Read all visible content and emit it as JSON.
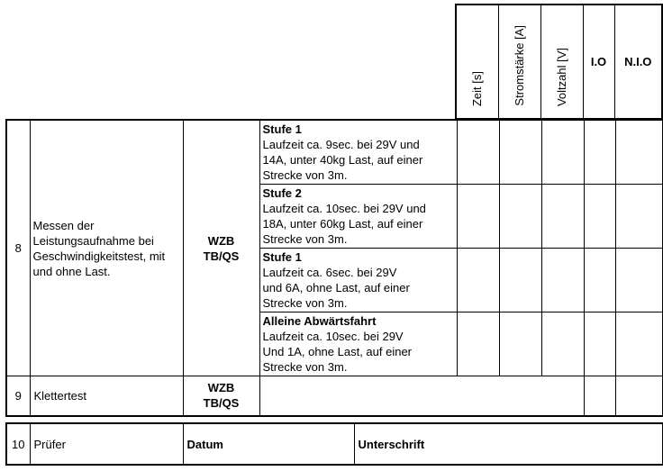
{
  "colors": {
    "text": "#000000",
    "border": "#000000",
    "background": "#ffffff"
  },
  "header": {
    "zeit": "Zeit [s]",
    "stromstaerke": "Stromstärke [A]",
    "voltzahl": "Voltzahl [V]",
    "io": "I.O",
    "nio": "N.I.O"
  },
  "row8": {
    "number": "8",
    "description": "Messen der\nLeistungsaufnahme bei\nGeschwindigkeitstest, mit\nund ohne Last.",
    "department": "WZB\nTB/QS",
    "steps": [
      {
        "title": "Stufe 1",
        "text": "Laufzeit ca. 9sec. bei 29V und\n14A, unter 40kg Last, auf einer\nStrecke von 3m."
      },
      {
        "title": "Stufe 2",
        "text": "Laufzeit ca. 10sec. bei 29V und\n18A, unter 60kg Last, auf einer\nStrecke von 3m."
      },
      {
        "title": "Stufe 1",
        "text": "Laufzeit ca. 6sec. bei 29V\nund 6A, ohne Last, auf einer\nStrecke von 3m."
      },
      {
        "title": "Alleine Abwärtsfahrt",
        "text": "Laufzeit ca. 10sec. bei 29V\nUnd 1A, ohne Last, auf einer\nStrecke von 3m."
      }
    ]
  },
  "row9": {
    "number": "9",
    "description": "Klettertest",
    "department": "WZB\nTB/QS"
  },
  "row10": {
    "number": "10",
    "pruefer": "Prüfer",
    "datum": "Datum",
    "unterschrift": "Unterschrift"
  }
}
